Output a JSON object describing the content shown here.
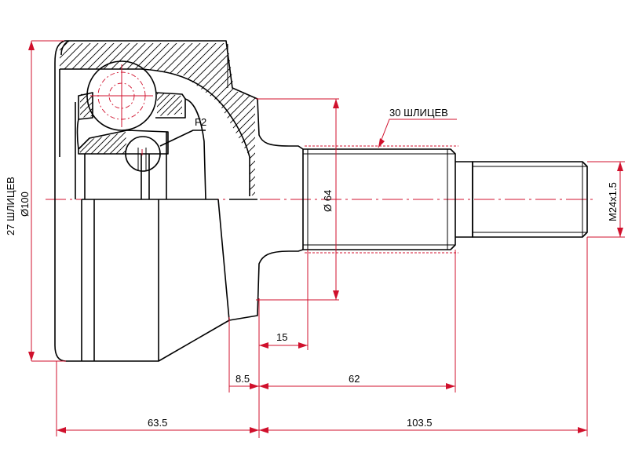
{
  "labels": {
    "spline_inner": "27 ШЛИЦЕВ",
    "dia_outer": "Ø100",
    "spline_outer": "30 ШЛИЦЕВ",
    "dia_shaft": "Ø 64",
    "thread": "M24x1.5",
    "detail": "F2",
    "d15": "15",
    "d8_5": "8.5",
    "d62": "62",
    "d63_5": "63.5",
    "d103_5": "103.5"
  },
  "colors": {
    "dimension": "#d0102c",
    "outline": "#000000"
  }
}
